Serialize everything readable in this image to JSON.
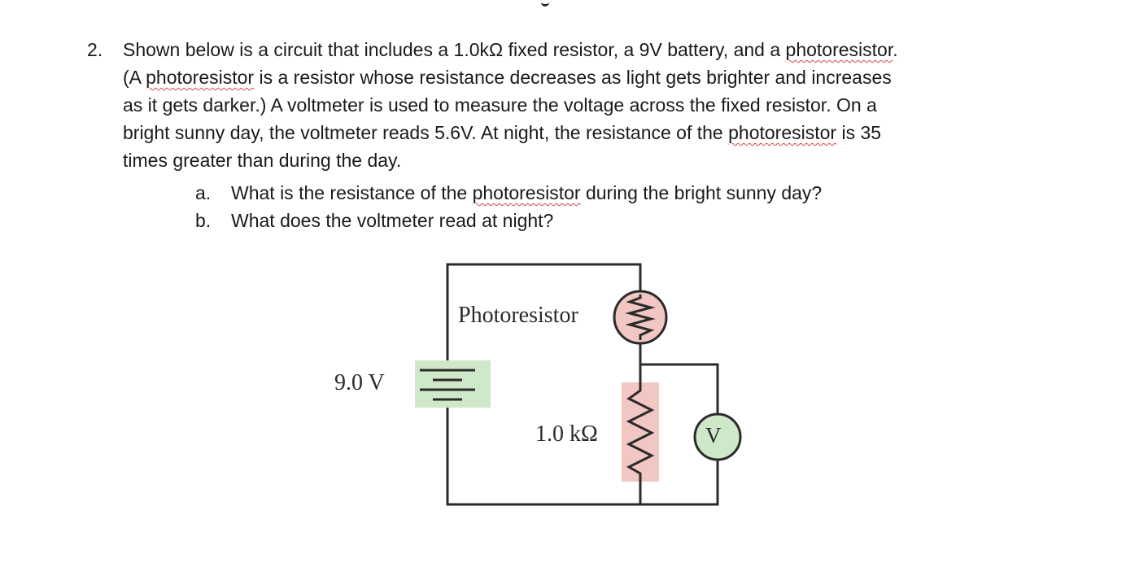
{
  "problem": {
    "number": "2.",
    "lines": [
      [
        "Shown below is a circuit that includes a 1.0kΩ fixed resistor, a 9V battery, and a ",
        {
          "w": "photoresistor"
        },
        "."
      ],
      [
        "(A ",
        {
          "w": "photoresistor"
        },
        " is a resistor whose resistance decreases as light gets brighter and increases"
      ],
      [
        "as it gets darker.)  A voltmeter is used to measure the voltage across the fixed resistor.  On a"
      ],
      [
        "bright sunny day, the voltmeter reads 5.6V.  At night, the resistance of the ",
        {
          "w": "photoresistor"
        },
        " is 35"
      ],
      [
        "times greater than during the day."
      ]
    ],
    "parts": [
      {
        "label": "a.",
        "segments": [
          "What is the resistance of the ",
          {
            "w": "photoresistor"
          },
          " during the bright sunny day?"
        ]
      },
      {
        "label": "b.",
        "segments": [
          "What does the voltmeter read at night?"
        ]
      }
    ]
  },
  "diagram": {
    "photoresistor_label": "Photoresistor",
    "battery_label": "9.0 V",
    "resistor_label": "1.0 kΩ",
    "voltmeter_symbol": "V",
    "colors": {
      "wire": "#2b2b2b",
      "photoresistor_fill": "#f2c6c2",
      "resistor_fill": "#f2c6c2",
      "battery_fill": "#cfe8c9",
      "voltmeter_fill": "#cfe8c9"
    }
  }
}
